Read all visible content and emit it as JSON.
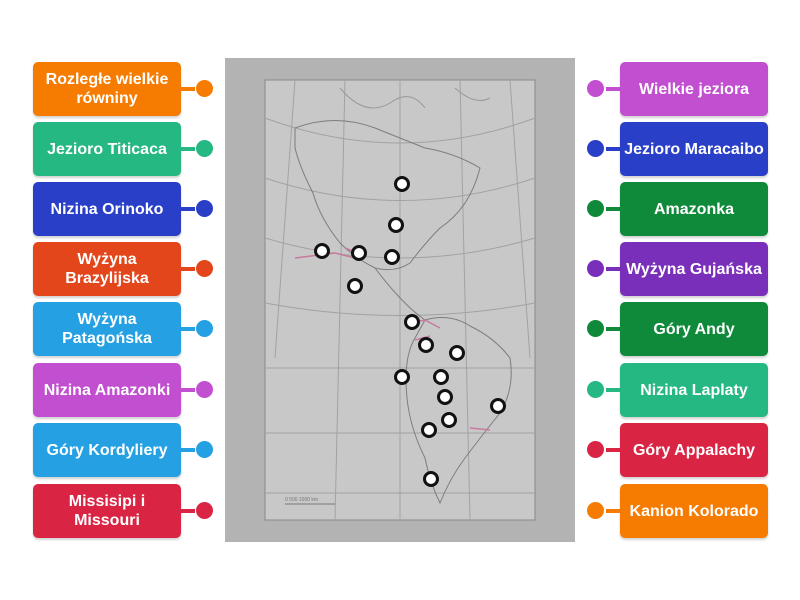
{
  "left_labels": [
    {
      "text": "Rozległe wielkie równiny",
      "color": "#f57c00"
    },
    {
      "text": "Jezioro Titicaca",
      "color": "#26b882"
    },
    {
      "text": "Nizina Orinoko",
      "color": "#2a3fc7"
    },
    {
      "text": "Wyżyna Brazylijska",
      "color": "#e4461c"
    },
    {
      "text": "Wyżyna Patagońska",
      "color": "#25a1e3"
    },
    {
      "text": "Nizina Amazonki",
      "color": "#c24fd0"
    },
    {
      "text": "Góry Kordyliery",
      "color": "#25a1e3"
    },
    {
      "text": "Missisipi i Missouri",
      "color": "#da2443"
    }
  ],
  "right_labels": [
    {
      "text": "Wielkie jeziora",
      "color": "#c24fd0"
    },
    {
      "text": "Jezioro Maracaibo",
      "color": "#2a3fc7"
    },
    {
      "text": "Amazonka",
      "color": "#0f8a3a"
    },
    {
      "text": "Wyżyna Gujańska",
      "color": "#7a2fbb"
    },
    {
      "text": "Góry Andy",
      "color": "#0f8a3a"
    },
    {
      "text": "Nizina Laplaty",
      "color": "#26b882"
    },
    {
      "text": "Góry Appalachy",
      "color": "#da2443"
    },
    {
      "text": "Kanion Kolorado",
      "color": "#f57c00"
    }
  ],
  "map": {
    "scale_text": "0   500  1000 km"
  }
}
